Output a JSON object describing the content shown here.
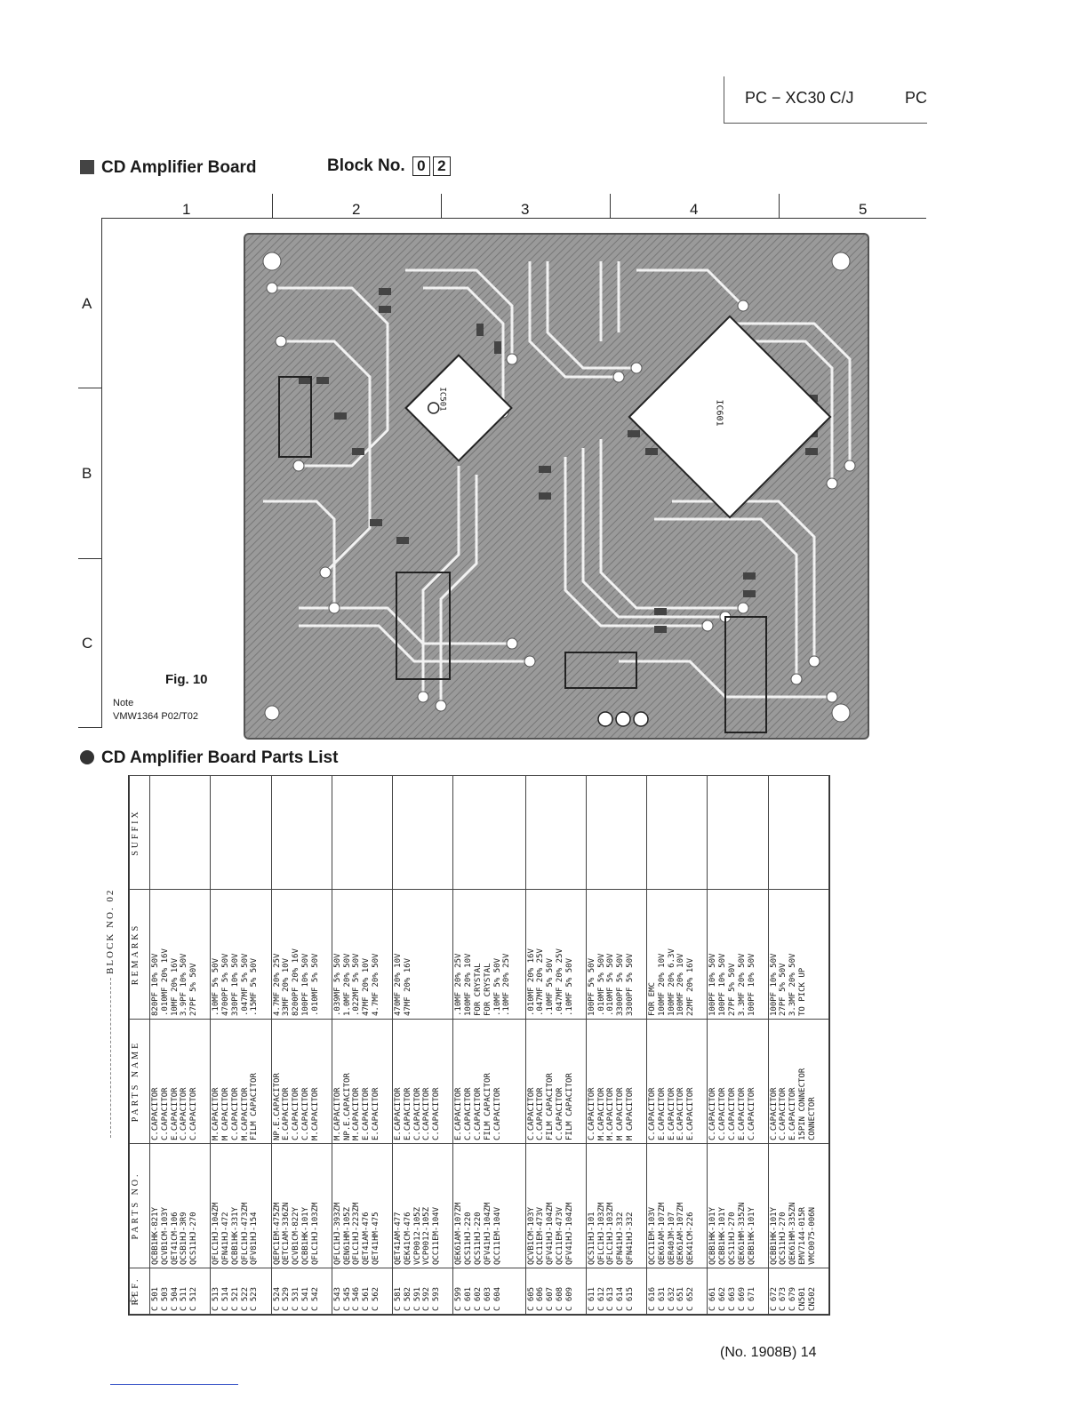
{
  "header": {
    "model": "PC − XC30 C/J",
    "model_cut": "PC"
  },
  "board": {
    "title": "CD Amplifier Board",
    "block_label": "Block No.",
    "block_digits": [
      "0",
      "2"
    ],
    "columns": [
      "1",
      "2",
      "3",
      "4",
      "5"
    ],
    "rows": [
      "A",
      "B",
      "C"
    ],
    "fig": "Fig. 10",
    "note_line1": "Note",
    "note_line2": "VMW1364 P02/T02",
    "ics": [
      "IC501",
      "IC601"
    ]
  },
  "parts": {
    "title": "CD Amplifier Board Parts List",
    "block_vertical": "BLOCK NO. 02",
    "headers": [
      "REF.",
      "PARTS NO.",
      "PARTS NAME",
      "REMARKS",
      "SUFFIX"
    ],
    "groups": [
      {
        "ref": [
          "C 501",
          "C 503",
          "C 504",
          "C 511",
          "C 512"
        ],
        "no": [
          "QCBB1HK-821Y",
          "QCVB1CM-103Y",
          "QET41CM-106",
          "QCSB1HJ-3R9",
          "QCS11HJ-270"
        ],
        "name": [
          "C.CAPACITOR",
          "C.CAPACITOR",
          "E.CAPACITOR",
          "C.CAPACITOR",
          "C.CAPACITOR"
        ],
        "rem": [
          "820PF 10% 50V",
          ".010MF 20% 16V",
          "10MF 20% 16V",
          "3.9PF 10% 50V",
          "27PF 5% 50V"
        ]
      },
      {
        "ref": [
          "C 513",
          "C 514",
          "C 521",
          "C 522",
          "C 523"
        ],
        "no": [
          "QFLC1HJ-104ZM",
          "QFN41HJ-472",
          "QCBB1HK-331Y",
          "QFLC1HJ-473ZM",
          "QFV81HJ-154"
        ],
        "name": [
          "M.CAPACITOR",
          "M CAPACITOR",
          "C.CAPACITOR",
          "M.CAPACITOR",
          "FILM CAPACITOR"
        ],
        "rem": [
          ".10MF 5% 50V",
          "4700PF 5% 50V",
          "330PF 10% 50V",
          ".047MF 5% 50V",
          ".15MF 5% 50V"
        ]
      },
      {
        "ref": [
          "C 524",
          "C 529",
          "C 531",
          "C 541",
          "C 542"
        ],
        "no": [
          "QEPC1EM-475ZM",
          "QETC1AM-336ZN",
          "QCVB1CM-822Y",
          "QCBB1HK-101Y",
          "QFLC1HJ-103ZM"
        ],
        "name": [
          "NP.E.CAPACITOR",
          "E.CAPACITOR",
          "C.CAPACITOR",
          "C.CAPACITOR",
          "M.CAPACITOR"
        ],
        "rem": [
          "4.7MF 20% 25V",
          "33MF 20% 10V",
          "8200PF 20% 16V",
          "100PF 10% 50V",
          ".010MF 5% 50V"
        ]
      },
      {
        "ref": [
          "C 543",
          "C 545",
          "C 546",
          "C 561",
          "C 562"
        ],
        "no": [
          "QFLC1HJ-393ZM",
          "QEN61HM-105Z",
          "QFLC1HJ-223ZM",
          "QET41AM-476",
          "QET41HM-475"
        ],
        "name": [
          "M.CAPACITOR",
          "NP.E.CAPACITOR",
          "M.CAPACITOR",
          "E.CAPACITOR",
          "E.CAPACITOR"
        ],
        "rem": [
          ".039MF 5% 50V",
          "1.0MF 20% 50V",
          ".022MF 5% 50V",
          "47MF 20% 10V",
          "4.7MF 20% 50V"
        ]
      },
      {
        "ref": [
          "C 581",
          "C 582",
          "C 591",
          "C 592",
          "C 593"
        ],
        "no": [
          "QET41AM-477",
          "QEK41CM-476",
          "VCP0012-105Z",
          "VCP0012-105Z",
          "QCC11EM-104V"
        ],
        "name": [
          "E.CAPACITOR",
          "E.CAPACITOR",
          "C.CAPACITOR",
          "C.CAPACITOR",
          "C.CAPACITOR"
        ],
        "rem": [
          "470MF 20% 10V",
          "47MF 20% 16V",
          "",
          "",
          ""
        ]
      },
      {
        "ref": [
          "C 599",
          "C 601",
          "C 602",
          "C 603",
          "C 604"
        ],
        "no": [
          "QEK61AM-107ZM",
          "QCS11HJ-220",
          "QCS11HJ-220",
          "QFV41HJ-104ZM",
          "QCC11EM-104V"
        ],
        "name": [
          "E.CAPACITOR",
          "C.CAPACITOR",
          "C.CAPACITOR",
          "FILM CAPACITOR",
          "C.CAPACITOR"
        ],
        "rem": [
          ".10MF 20% 25V",
          "100MF 20% 10V",
          "FOR CRYSTAL",
          "FOR CRYSTAL",
          ".10MF 5% 50V",
          ".10MF 20% 25V"
        ]
      },
      {
        "ref": [
          "C 605",
          "C 606",
          "C 607",
          "C 608",
          "C 609"
        ],
        "no": [
          "QCVB1CM-103Y",
          "QCC11EM-473V",
          "QFV41HJ-104ZM",
          "QCC11EM-473V",
          "QFV41HJ-104ZM"
        ],
        "name": [
          "C.CAPACITOR",
          "C.CAPACITOR",
          "FILM CAPACITOR",
          "C.CAPACITOR",
          "FILM CAPACITOR"
        ],
        "rem": [
          ".010MF 20% 16V",
          ".047MF 20% 25V",
          ".10MF 5% 50V",
          ".047MF 20% 25V",
          ".10MF 5% 50V"
        ]
      },
      {
        "ref": [
          "C 611",
          "C 612",
          "C 613",
          "C 614",
          "C 615"
        ],
        "no": [
          "QCS11HJ-101",
          "QFLC1HJ-103ZM",
          "QFLC1HJ-103ZM",
          "QFN41HJ-332",
          "QFN41HJ-332"
        ],
        "name": [
          "C.CAPACITOR",
          "M.CAPACITOR",
          "M.CAPACITOR",
          "M CAPACITOR",
          "M CAPACITOR"
        ],
        "rem": [
          "100PF 5% 50V",
          ".010MF 5% 50V",
          ".010MF 5% 50V",
          "3300PF 5% 50V",
          "3300PF 5% 50V"
        ]
      },
      {
        "ref": [
          "C 616",
          "C 631",
          "C 632",
          "C 651",
          "C 652"
        ],
        "no": [
          "QCC11EM-103V",
          "QEK61AM-107ZM",
          "QER40JM-107",
          "QEK61AM-107ZM",
          "QEK41CM-226"
        ],
        "name": [
          "C.CAPACITOR",
          "E.CAPACITOR",
          "E.CAPACITOR",
          "E.CAPACITOR",
          "E.CAPACITOR"
        ],
        "rem": [
          "FOR EMC",
          "100MF 20% 10V",
          "100MF 20% 6.3V",
          "100MF 20% 10V",
          "22MF 20% 16V"
        ]
      },
      {
        "ref": [
          "C 661",
          "C 662",
          "C 663",
          "C 669",
          "C 671"
        ],
        "no": [
          "QCBB1HK-101Y",
          "QCBB1HK-101Y",
          "QCS11HJ-270",
          "QEK61HM-335ZN",
          "QCBB1HK-101Y"
        ],
        "name": [
          "C.CAPACITOR",
          "C.CAPACITOR",
          "C.CAPACITOR",
          "E.CAPACITOR",
          "C.CAPACITOR"
        ],
        "rem": [
          "100PF 10% 50V",
          "100PF 10% 50V",
          "27PF 5% 50V",
          "3.3MF 20% 50V",
          "100PF 10% 50V"
        ]
      },
      {
        "ref": [
          "C 672",
          "C 673",
          "C 679",
          "CN501",
          "CN502"
        ],
        "no": [
          "QCBB1HK-101Y",
          "QCS11HJ-270",
          "QEK61HM-335ZN",
          "EMV7144-015R",
          "VMC0075-006N"
        ],
        "name": [
          "C.CAPACITOR",
          "C.CAPACITOR",
          "E.CAPACITOR",
          "15PIN CONNECTOR",
          "CONNECTOR"
        ],
        "rem": [
          "100PF 10% 50V",
          "27PF 5% 50V",
          "3.3MF 20% 50V",
          "TO PICK UP",
          ""
        ]
      }
    ]
  },
  "footer": {
    "page": "(No. 1908B) 14"
  }
}
